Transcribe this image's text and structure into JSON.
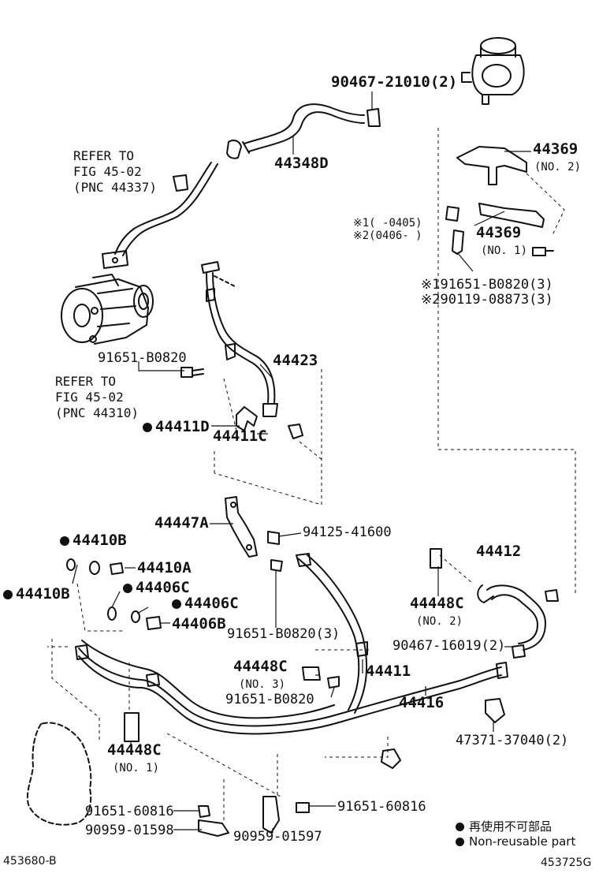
{
  "labels": {
    "p90467_21010": "90467-21010(2)",
    "p44348D": "44348D",
    "p44369_a": "44369",
    "p44369_a_note": "(NO. 2)",
    "p44369_b": "44369",
    "p44369_b_note": "(NO. 1)",
    "ref_top": "REFER TO\nFIG 45-02\n(PNC 44337)",
    "ref_bottom": "REFER TO\nFIG 45-02\n(PNC 44310)",
    "note_1": "※1(    -0405)",
    "note_2": "※2(0406-     )",
    "p91651_B0820_3": "※191651-B0820(3)",
    "p90119_08873_3": "※290119-08873(3)",
    "p91651_B0820_a": "91651-B0820",
    "p44423": "44423",
    "p44411D": "44411D",
    "p44411C": "44411C",
    "p44447A": "44447A",
    "p94125_41600": "94125-41600",
    "p44410B_a": "44410B",
    "p44410A": "44410A",
    "p44410B_b": "44410B",
    "p44406C_a": "44406C",
    "p44406C_b": "44406C",
    "p44406B": "44406B",
    "p91651_B0820_3b": "91651-B0820(3)",
    "p44412": "44412",
    "p44448C_2": "44448C",
    "p44448C_2_note": "(NO. 2)",
    "p90467_16019": "90467-16019(2)",
    "p44448C_3": "44448C",
    "p44448C_3_note": "(NO. 3)",
    "p91651_B0820_b": "91651-B0820",
    "p44411": "44411",
    "p44416": "44416",
    "p47371_37040": "47371-37040(2)",
    "p44448C_1": "44448C",
    "p44448C_1_note": "(NO. 1)",
    "p91651_60816_a": "91651-60816",
    "p90959_01598": "90959-01598",
    "p91651_60816_b": "91651-60816",
    "p90959_01597": "90959-01597"
  },
  "legend": {
    "japanese": "再使用不可部品",
    "english": "Non-reusable part"
  },
  "corner": {
    "left_code": "453680-B",
    "right_code": "453725G"
  },
  "colors": {
    "ink": "#111111",
    "paper": "#ffffff"
  }
}
